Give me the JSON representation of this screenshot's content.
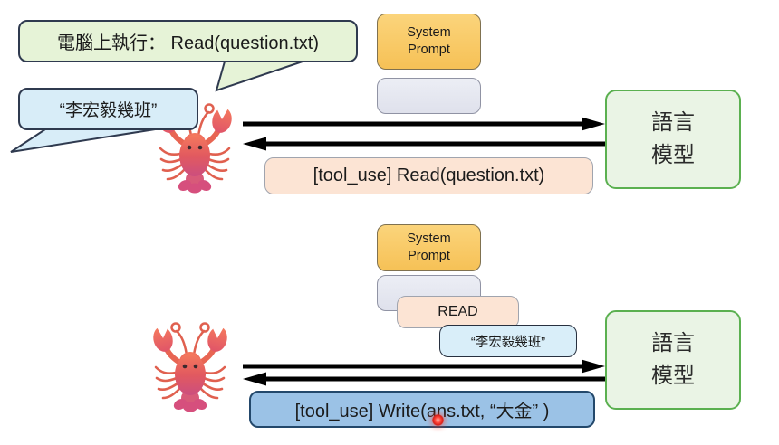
{
  "top_flow": {
    "instruction_bubble": "電腦上執行： Read(question.txt)",
    "user_query_bubble": "“李宏毅幾班”",
    "system_prompt_box": "System\nPrompt",
    "llm_box": "語言\n模型",
    "tool_use_box": "[tool_use] Read(question.txt)"
  },
  "bottom_flow": {
    "system_prompt_box": "System\nPrompt",
    "read_result_box": "READ",
    "user_query_box": "“李宏毅幾班”",
    "llm_box": "語言\n模型",
    "tool_use_box": "[tool_use] Write(ans.txt, “大金” )"
  },
  "icons": {
    "agent_icon": "lobster-emoji",
    "pointer_icon": "laser-pointer-dot"
  },
  "colors": {
    "instruction_bubble_fill": "#e6f3d7",
    "query_bubble_fill": "#d8edf8",
    "system_prompt_fill": "#f6c156",
    "context_empty_fill": "#e4e6f0",
    "tool_read_fill": "#fce4d4",
    "tool_write_fill": "#9bc2e6",
    "llm_fill": "#eaf4e5",
    "llm_border": "#5bb050",
    "callout_border": "#2f3a4f",
    "arrow_color": "#000000",
    "laser_dot": "#e0241a",
    "lobster_body": "#e4604e"
  }
}
